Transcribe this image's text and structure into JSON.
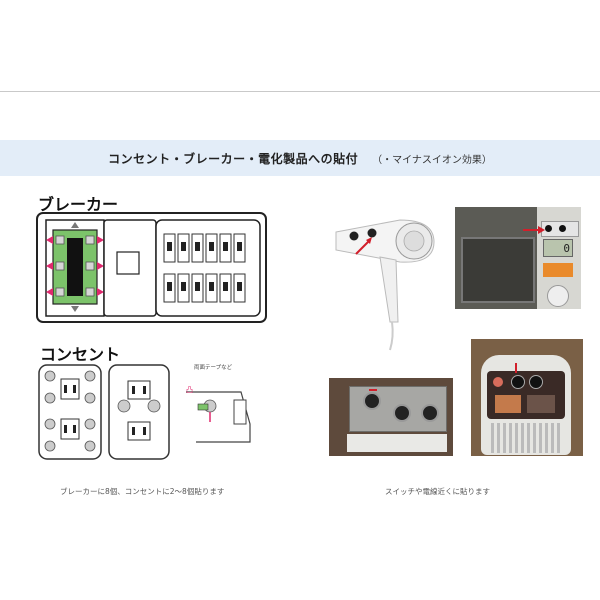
{
  "header": {
    "title": "コンセント・ブレーカー・電化製品への貼付",
    "subtitle": "（・マイナスイオン効果）"
  },
  "left": {
    "breaker_label": "ブレーカー",
    "outlet_label": "コンセント",
    "tape_note": "両面テープなど",
    "caption": "ブレーカーに8個、コンセントに2～8個貼ります"
  },
  "right": {
    "microwave_display": "0",
    "caption": "スイッチや電線近くに貼ります"
  },
  "colors": {
    "header_band": "#e3edf8",
    "sticker_green": "#7cc36a",
    "arrow_pink": "#e0296e",
    "arrow_red": "#d21f2b"
  }
}
